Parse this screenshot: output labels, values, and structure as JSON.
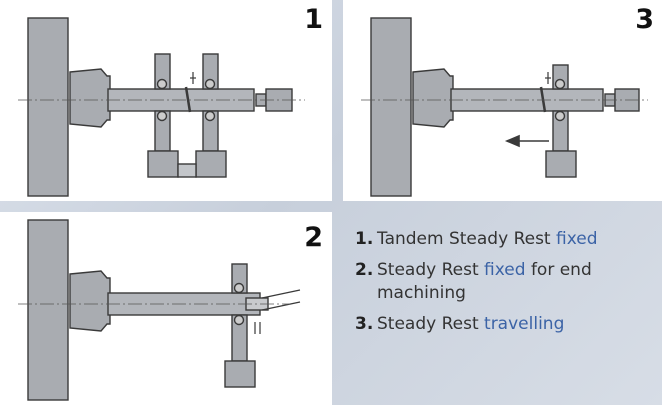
{
  "panels": [
    {
      "id": "1",
      "label": "1"
    },
    {
      "id": "3",
      "label": "3"
    },
    {
      "id": "2",
      "label": "2"
    }
  ],
  "legend": [
    {
      "number": "1.",
      "text_before": "Tandem Steady Rest",
      "highlight": "fixed",
      "text_after": ""
    },
    {
      "number": "2.",
      "text_before": "Steady Rest",
      "highlight": "fixed",
      "text_after": "for end machining"
    },
    {
      "number": "3.",
      "text_before": "Steady Rest",
      "highlight": "travelling",
      "text_after": ""
    }
  ],
  "colors": {
    "highlight": "#3b63a6",
    "machine_fill": "#a9acb1",
    "outline": "#3a3a3a",
    "panel_background": "#ffffff"
  }
}
